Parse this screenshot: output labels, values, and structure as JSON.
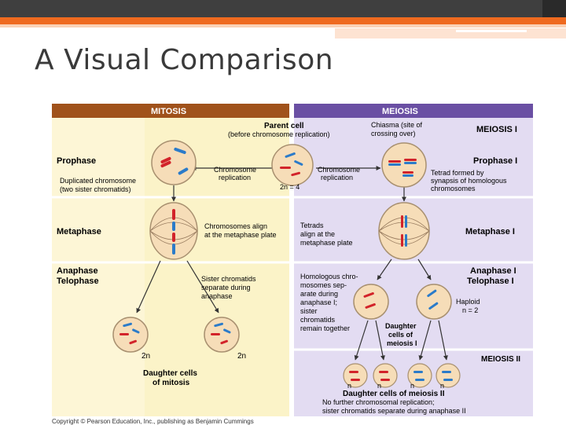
{
  "slide": {
    "title": "A Visual Comparison",
    "copyright": "Copyright © Pearson Education, Inc., publishing as Benjamin Cummings"
  },
  "colors": {
    "top_bar": "#3f3f3f",
    "accent_orange": "#ef6a1f",
    "accent_light": "#fbd1b5",
    "mitosis_header": "#a0521b",
    "meiosis_header": "#6a4fa3",
    "mitosis_panel": "#fbf3c8",
    "meiosis_panel": "#e3dcf2",
    "chromosome_red": "#d2232a",
    "chromosome_blue": "#2b7bc9"
  },
  "figure": {
    "mitosis_header": "MITOSIS",
    "meiosis_header": "MEIOSIS",
    "parent_cell": "Parent cell",
    "parent_cell_sub": "(before chromosome replication)",
    "chiasma_line1": "Chiasma (site of",
    "chiasma_line2": "crossing over)",
    "meiosis_i": "MEIOSIS I",
    "prophase": "Prophase",
    "prophase_i": "Prophase I",
    "chromosome_replication_left_1": "Chromosome",
    "chromosome_replication_left_2": "replication",
    "chromosome_replication_right_1": "Chromosome",
    "chromosome_replication_right_2": "replication",
    "two_n_4": "2n = 4",
    "tetrad_1": "Tetrad formed by",
    "tetrad_2": "synapsis of homologous",
    "tetrad_3": "chromosomes",
    "duplicated_1": "Duplicated chromosome",
    "duplicated_2": "(two sister chromatids)",
    "metaphase": "Metaphase",
    "metaphase_i": "Metaphase I",
    "chromosomes_align_1": "Chromosomes align",
    "chromosomes_align_2": "at the metaphase plate",
    "tetrads_align_1": "Tetrads",
    "tetrads_align_2": "align at the",
    "tetrads_align_3": "metaphase plate",
    "anaphase": "Anaphase",
    "telophase": "Telophase",
    "anaphase_i": "Anaphase I",
    "telophase_i": "Telophase I",
    "sister_sep_1": "Sister chromatids",
    "sister_sep_2": "separate during",
    "sister_sep_3": "anaphase",
    "homologous_1": "Homologous chro-",
    "homologous_2": "mosomes sep-",
    "homologous_3": "arate during",
    "homologous_4": "anaphase I;",
    "homologous_5": "sister",
    "homologous_6": "chromatids",
    "homologous_7": "remain together",
    "haploid": "Haploid",
    "haploid_n": "n = 2",
    "daughter_meiosis_i_1": "Daughter",
    "daughter_meiosis_i_2": "cells of",
    "daughter_meiosis_i_3": "meiosis I",
    "meiosis_ii": "MEIOSIS II",
    "two_n": "2n",
    "n": "n",
    "daughter_mitosis_1": "Daughter cells",
    "daughter_mitosis_2": "of mitosis",
    "daughter_meiosis_ii": "Daughter cells of meiosis II",
    "no_further_1": "No further chromosomal replication;",
    "no_further_2": "sister chromatids separate during anaphase II"
  }
}
